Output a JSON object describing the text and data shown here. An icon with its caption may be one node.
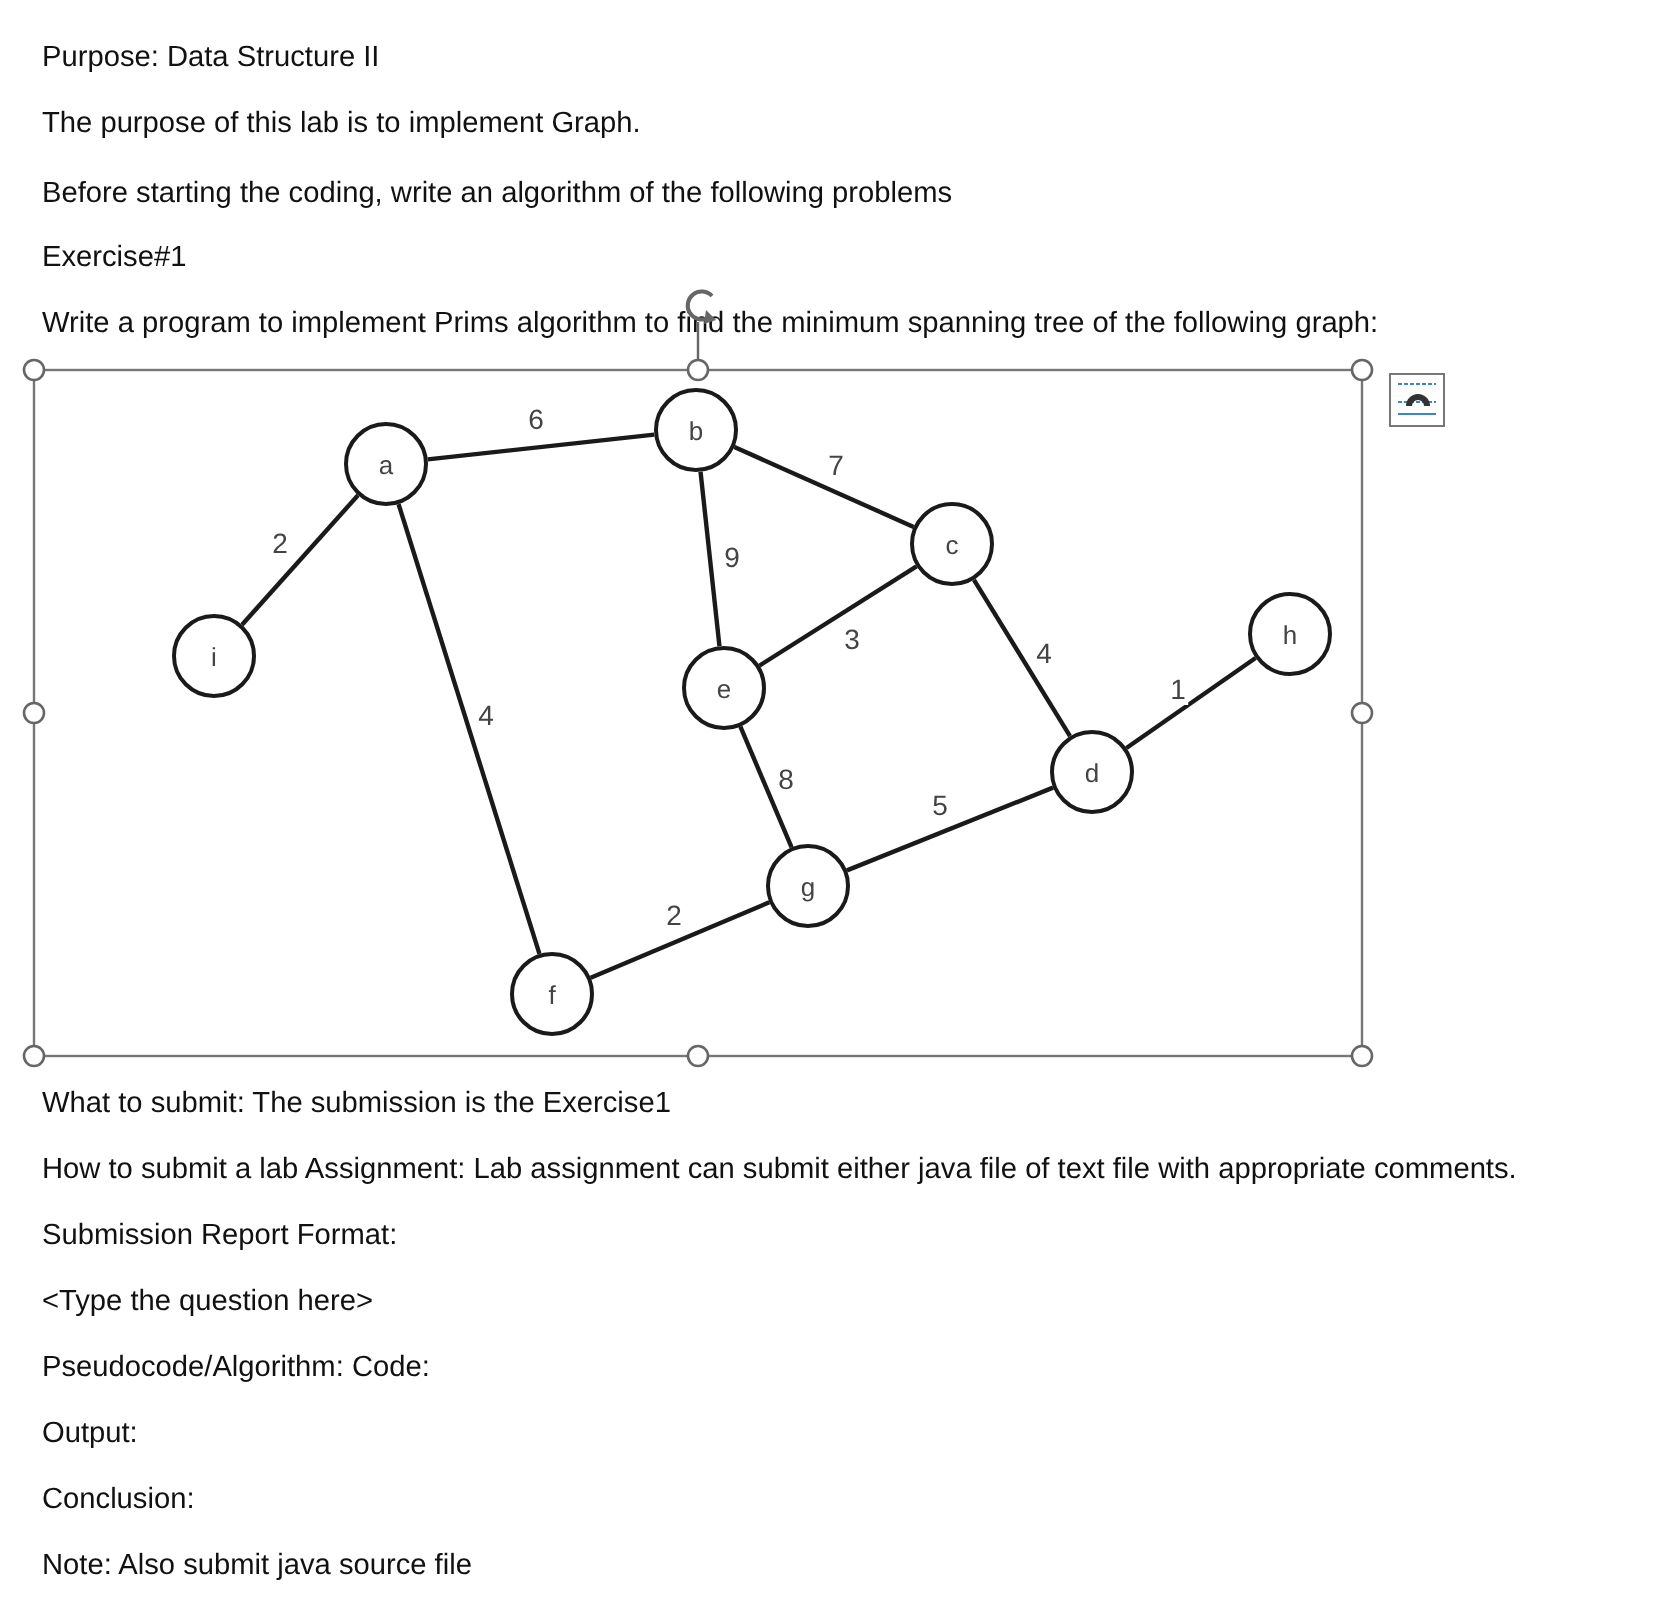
{
  "diagram": {
    "nodes": [
      {
        "text": [
          "a"
        ]
      },
      {
        "text": [
          "b"
        ]
      },
      {
        "text": [
          "c"
        ]
      },
      {
        "text": [
          "h"
        ]
      },
      {
        "text": [
          "i"
        ]
      },
      {
        "text": [
          "e"
        ]
      },
      {
        "text": [
          "d"
        ]
      },
      {
        "text": [
          "g"
        ]
      },
      {
        "text": [
          "f"
        ]
      }
    ],
    "edges": [
      {
        "from": 4,
        "to": 0,
        "arrow": "none",
        "label": "2"
      },
      {
        "from": 0,
        "to": 1,
        "arrow": "none",
        "label": "6"
      },
      {
        "from": 0,
        "to": 8,
        "arrow": "none",
        "label": "4"
      },
      {
        "from": 1,
        "to": 5,
        "arrow": "none",
        "label": "9"
      },
      {
        "from": 1,
        "to": 2,
        "arrow": "none",
        "label": "7"
      },
      {
        "from": 5,
        "to": 2,
        "arrow": "none",
        "label": "3"
      },
      {
        "from": 5,
        "to": 7,
        "arrow": "none",
        "label": "8"
      },
      {
        "from": 2,
        "to": 6,
        "arrow": "none",
        "label": "4"
      },
      {
        "from": 6,
        "to": 3,
        "arrow": "none",
        "label": "1"
      },
      {
        "from": 7,
        "to": 6,
        "arrow": "none",
        "label": "5"
      },
      {
        "from": 8,
        "to": 7,
        "arrow": "none",
        "label": "2"
      }
    ],
    "labels": [
      "Purpose: Data Structure II",
      "The purpose of this lab is to implement Graph.",
      "Before starting the coding, write an algorithm of the following problems",
      "Exercise#1",
      "Write a program to implement Prims algorithm to find the minimum spanning tree of the following graph:",
      "What to submit: The submission is the Exercise1",
      "How to submit a lab Assignment: Lab assignment can submit either java file of text file with appropriate comments.",
      "Submission Report Format:",
      "<Type the question here>",
      "Pseudocode/Algorithm: Code:",
      "Output:",
      "Conclusion:",
      "Note: Also submit java source file"
    ]
  }
}
